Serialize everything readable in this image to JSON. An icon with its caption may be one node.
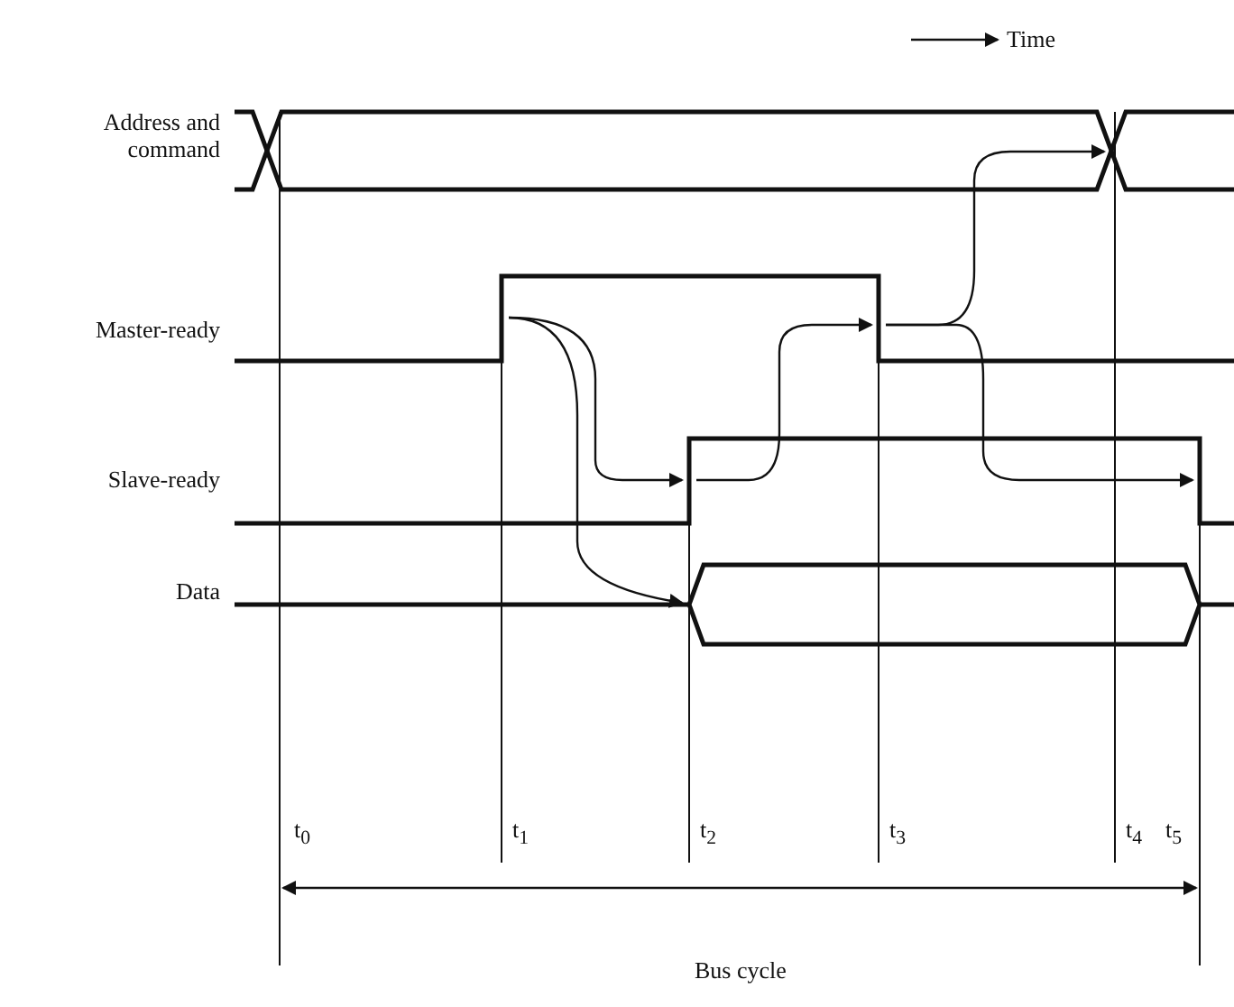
{
  "diagram": {
    "labels": [
      "Time",
      "Address and command",
      "Master-ready",
      "Slave-ready",
      "Data",
      "t$_{0}$",
      "t$_{1}$",
      "t$_{2}$",
      "t$_{3}$",
      "t$_{4}$",
      "t$_{5}$",
      "Bus cycle"
    ]
  }
}
